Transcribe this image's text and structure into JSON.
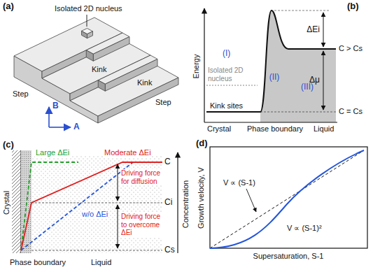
{
  "diagram": {
    "labels": [
      "(a)",
      "Isolated 2D nucleus",
      "Kink",
      "Kink",
      "Step",
      "Step",
      "B",
      "A",
      "(b)",
      "Energy",
      "(I)",
      "Isolated 2D nucleus",
      "(II)",
      "ΔEi",
      "(III)",
      "C > Cs",
      "Δμ",
      "C = Cs",
      "Kink sites",
      "Crystal",
      "Phase boundary",
      "Liquid",
      "(c)",
      "Large ΔEi",
      "Moderate ΔEi",
      "C",
      "Driving force for diffusion",
      "Ci",
      "w/o ΔEi",
      "Driving force to overcome ΔEi",
      "Cs",
      "Crystal",
      "Phase boundary",
      "Liquid",
      "Concentration",
      "(d)",
      "Growth velocity, V",
      "V ∝ (S-1)",
      "V ∝ (S-1)²",
      "Supersaturation, S-1"
    ]
  }
}
